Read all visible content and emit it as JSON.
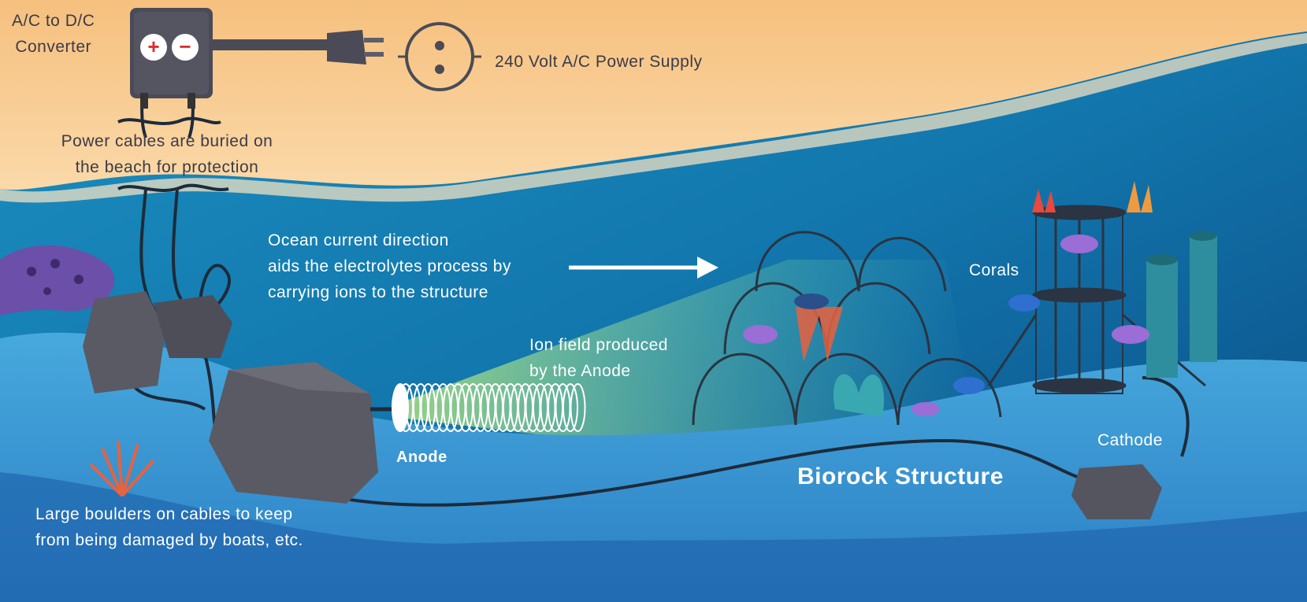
{
  "labels": {
    "converter": [
      "A/C to D/C",
      "Converter"
    ],
    "power_supply": "240 Volt A/C Power Supply",
    "buried_cables": [
      "Power cables are buried on",
      "the beach for protection"
    ],
    "ocean_current": [
      "Ocean current direction",
      "aids the electrolytes process by",
      "carrying ions to the structure"
    ],
    "ion_field": [
      "Ion field produced",
      "by the Anode"
    ],
    "anode": "Anode",
    "biorock": "Biorock Structure",
    "corals": "Corals",
    "cathode": "Cathode",
    "boulders": [
      "Large boulders on cables to keep",
      "from being damaged by boats, etc."
    ]
  },
  "converter_symbols": {
    "plus": "+",
    "minus": "−"
  },
  "colors": {
    "sand": "#f6c88a",
    "ocean_deep": "#0d4f86",
    "ocean_light": "#2aa3c9",
    "seafloor": "#3fa0d8",
    "rock": "#55555f",
    "text_dark": "#3b3b47",
    "plus_red": "#d9302c"
  }
}
